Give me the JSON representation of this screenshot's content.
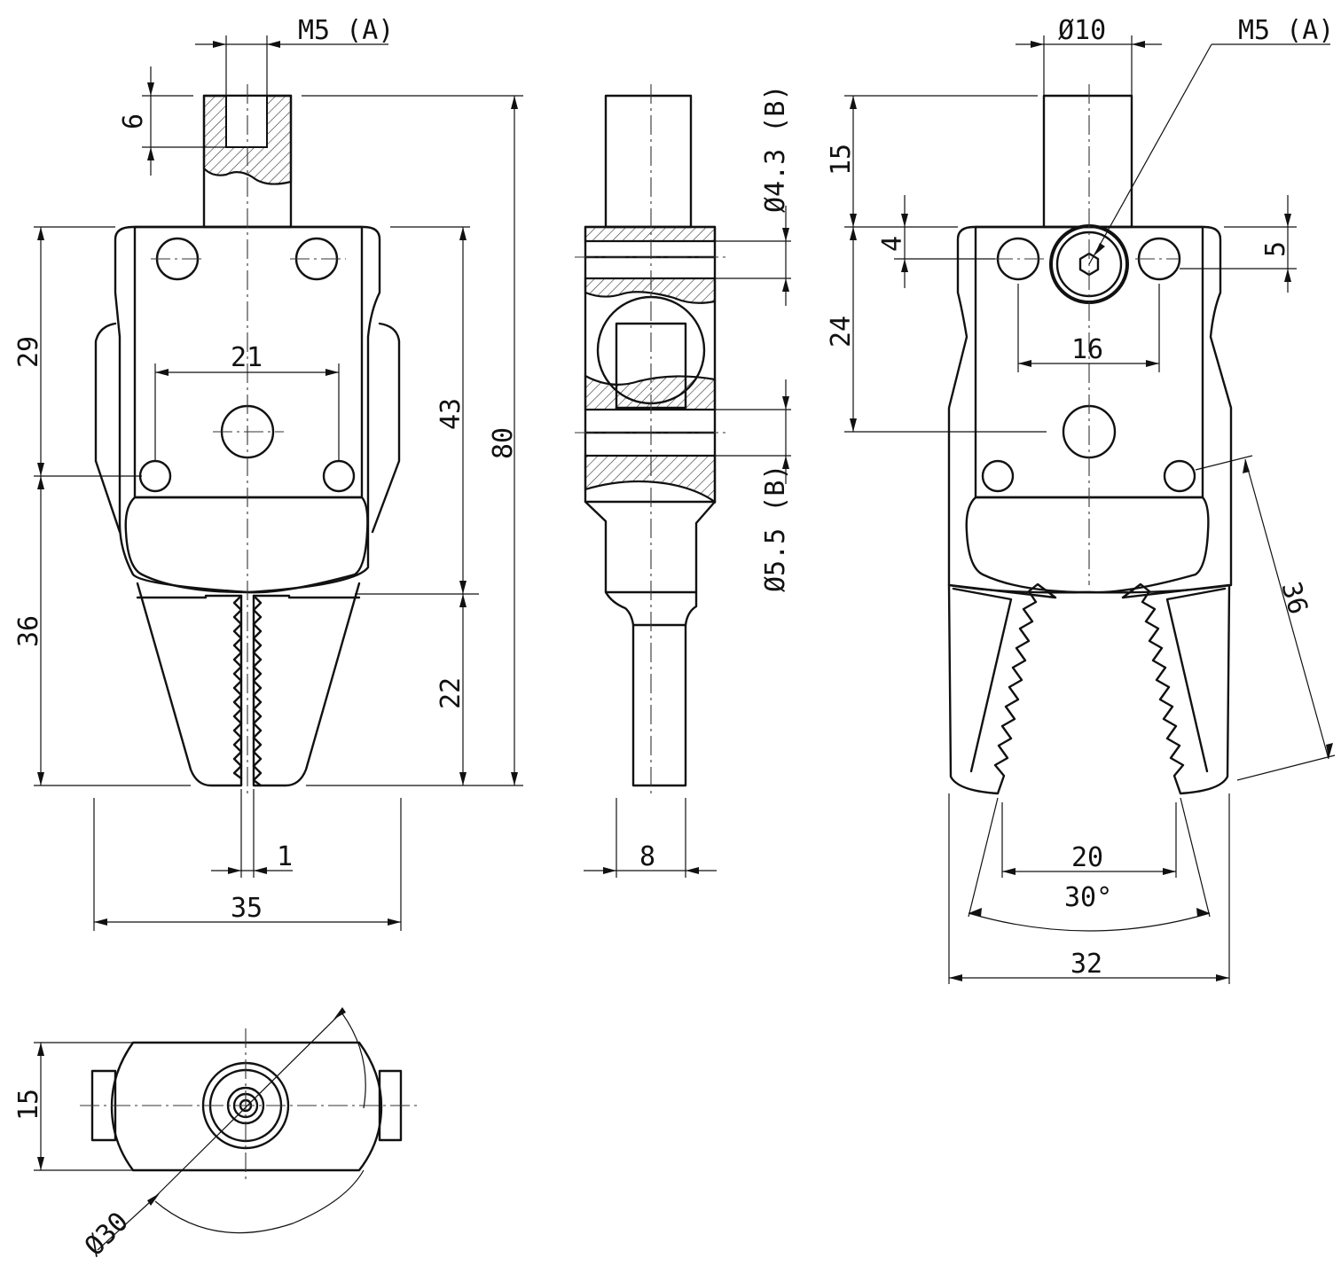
{
  "drawing": {
    "front_view": {
      "thread_label": "M5 (A)",
      "dim_thread_depth": "6",
      "dim_hole_spacing": "21",
      "dim_upper_height": "29",
      "dim_lower_height": "36",
      "dim_body_height": "43",
      "dim_total_height": "80",
      "dim_jaw_length": "22",
      "dim_jaw_gap": "1",
      "dim_width": "35"
    },
    "side_view": {
      "hole_top_label": "Ø4.3 (B)",
      "hole_bottom_label": "Ø5.5 (B)",
      "dim_thickness": "8"
    },
    "open_view": {
      "dim_stem_diameter": "Ø10",
      "thread_label": "M5 (A)",
      "dim_stem_height": "15",
      "dim_offset_left": "4",
      "dim_offset_right": "5",
      "dim_body_height": "24",
      "dim_hole_spacing": "16",
      "dim_jaw_length": "36",
      "dim_open_gap": "20",
      "dim_open_angle": "30°",
      "dim_open_width": "32"
    },
    "top_view": {
      "dim_height": "15",
      "dim_circle_diameter": "Ø30"
    }
  }
}
